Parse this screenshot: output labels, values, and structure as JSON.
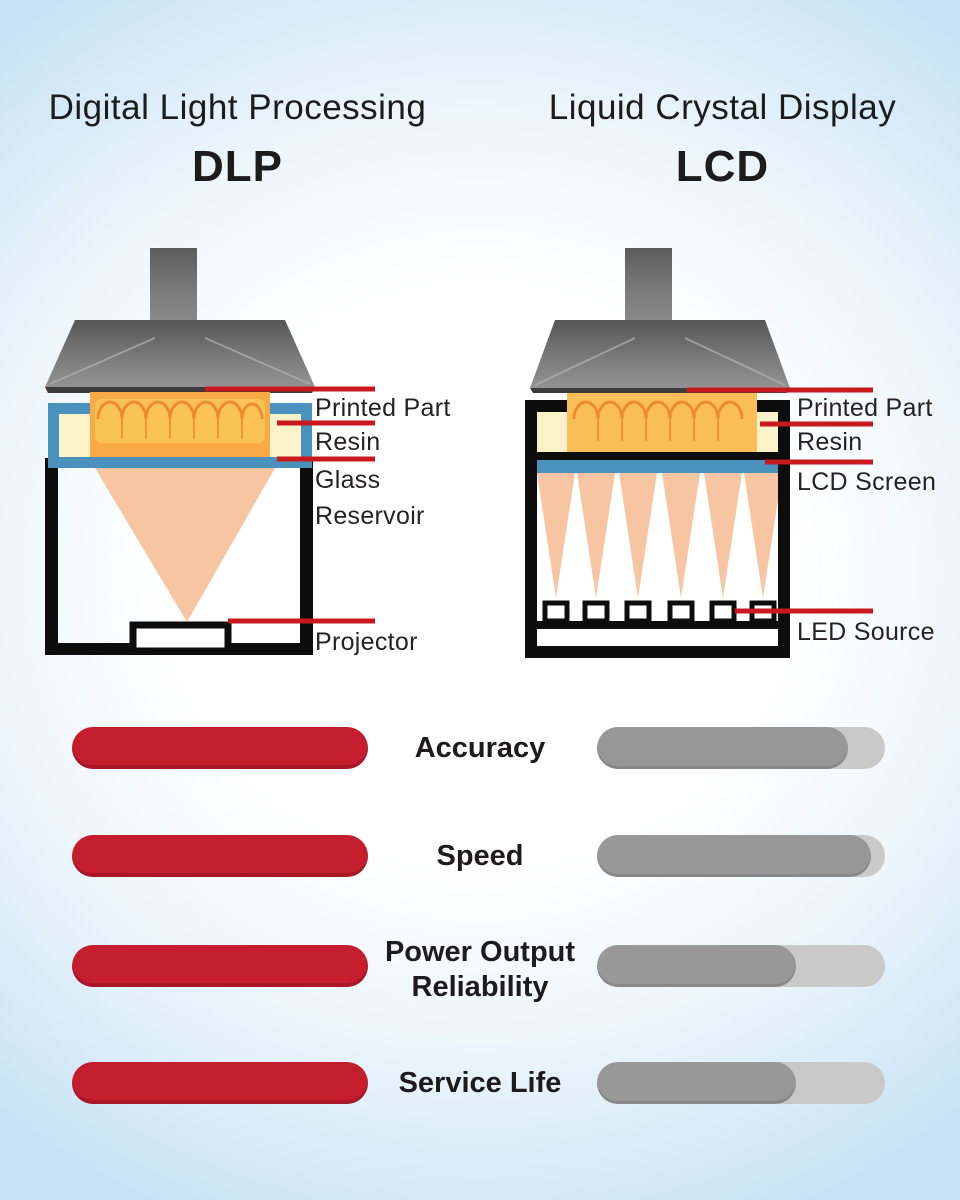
{
  "header": {
    "left": {
      "title": "Digital Light Processing",
      "abbr": "DLP"
    },
    "right": {
      "title": "Liquid Crystal Display",
      "abbr": "LCD"
    }
  },
  "dlp": {
    "labels": {
      "printed_part": "Printed Part",
      "resin": "Resin",
      "glass_line1": "Glass",
      "glass_line2": "Reservoir",
      "projector": "Projector"
    }
  },
  "lcd": {
    "labels": {
      "printed_part": "Printed Part",
      "resin": "Resin",
      "lcd_screen": "LCD Screen",
      "led_source": "LED Source"
    }
  },
  "comparison": {
    "rows": [
      {
        "label": "Accuracy",
        "dlp_fill_pct": 100,
        "lcd_fill_pct": 87
      },
      {
        "label": "Speed",
        "dlp_fill_pct": 100,
        "lcd_fill_pct": 95
      },
      {
        "label": "Power Output Reliability",
        "dlp_fill_pct": 100,
        "lcd_fill_pct": 69
      },
      {
        "label": "Service Life",
        "dlp_fill_pct": 100,
        "lcd_fill_pct": 69
      }
    ]
  },
  "chart_data": {
    "type": "bar",
    "title": "",
    "categories": [
      "Accuracy",
      "Speed",
      "Power Output Reliability",
      "Service Life"
    ],
    "series": [
      {
        "name": "DLP",
        "values": [
          100,
          100,
          100,
          100
        ]
      },
      {
        "name": "LCD",
        "values": [
          87,
          95,
          69,
          69
        ]
      }
    ],
    "unit": "bar fill percent",
    "legend_position": "none"
  },
  "colors": {
    "red_bar": "#c41e2e",
    "label_line_red": "#c9191f",
    "gray_track": "#c9c9c9",
    "gray_fill": "#989898",
    "glass_blue": "#4a91bd",
    "resin_cream": "#fbf2ca",
    "light_peach": "#f8c5a2",
    "part_orange": "#f9be55",
    "part_outline_orange": "#ee8c2e",
    "frame_black": "#0d0d0d",
    "bg_edge_blue": "#c7e3f5"
  }
}
